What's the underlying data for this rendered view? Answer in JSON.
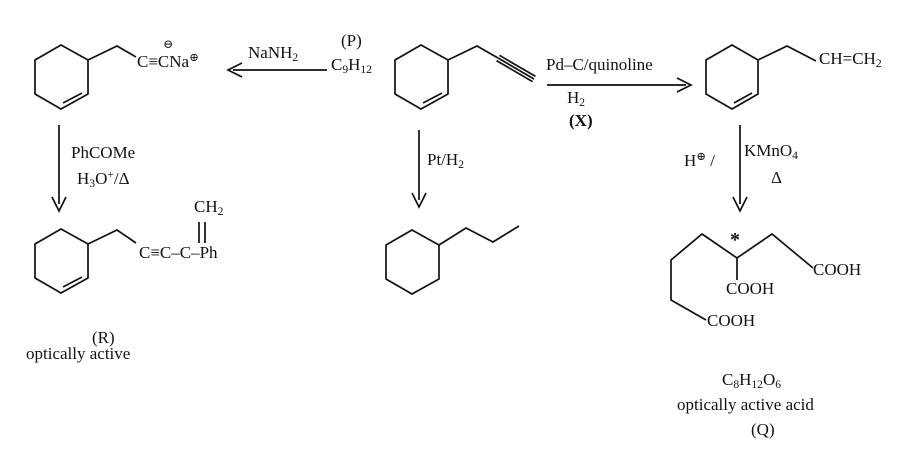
{
  "colors": {
    "ink": "#111111",
    "background": "#ffffff"
  },
  "labels": {
    "nanh2": {
      "parts": [
        {
          "t": "NaNH"
        },
        {
          "t": "2",
          "s": "sub"
        }
      ]
    },
    "p": {
      "parts": [
        {
          "t": "(P)"
        }
      ]
    },
    "c9h12": {
      "parts": [
        {
          "t": "C"
        },
        {
          "t": "9",
          "s": "sub"
        },
        {
          "t": "H"
        },
        {
          "t": "12",
          "s": "sub"
        }
      ]
    },
    "pdc": {
      "parts": [
        {
          "t": "Pd–C/quinoline"
        }
      ]
    },
    "h2": {
      "parts": [
        {
          "t": "H"
        },
        {
          "t": "2",
          "s": "sub"
        }
      ]
    },
    "x": {
      "parts": [
        {
          "t": "(X)"
        }
      ]
    },
    "chch2": {
      "parts": [
        {
          "t": "CH=CH"
        },
        {
          "t": "2",
          "s": "sub"
        }
      ]
    },
    "pth2": {
      "parts": [
        {
          "t": "Pt/H"
        },
        {
          "t": "2",
          "s": "sub"
        }
      ]
    },
    "phcome": {
      "parts": [
        {
          "t": "PhCOMe"
        }
      ]
    },
    "h3o": {
      "parts": [
        {
          "t": "H"
        },
        {
          "t": "3",
          "s": "sub"
        },
        {
          "t": "O"
        },
        {
          "t": "+",
          "s": "sup"
        },
        {
          "t": "/Δ"
        }
      ]
    },
    "minus": {
      "parts": [
        {
          "t": "⊖"
        }
      ]
    },
    "acetylide": {
      "parts": [
        {
          "t": "C≡CNa"
        },
        {
          "t": "⊕",
          "s": "sup"
        }
      ]
    },
    "enyne": {
      "parts": [
        {
          "t": "C≡C–C–Ph"
        }
      ]
    },
    "enyne_ch2": {
      "parts": [
        {
          "t": "CH"
        },
        {
          "t": "2",
          "s": "sub"
        }
      ]
    },
    "r": {
      "parts": [
        {
          "t": "(R)"
        }
      ]
    },
    "opt_active": {
      "parts": [
        {
          "t": "optically active"
        }
      ]
    },
    "hplus": {
      "parts": [
        {
          "t": "H"
        },
        {
          "t": "⊕",
          "s": "sup"
        },
        {
          "t": " /"
        }
      ]
    },
    "kmno4": {
      "parts": [
        {
          "t": "KMnO"
        },
        {
          "t": "4",
          "s": "sub"
        }
      ]
    },
    "delta": {
      "parts": [
        {
          "t": "Δ"
        }
      ]
    },
    "star": {
      "parts": [
        {
          "t": "*"
        }
      ]
    },
    "cooh_mid": {
      "parts": [
        {
          "t": "COOH"
        }
      ]
    },
    "cooh_bottom": {
      "parts": [
        {
          "t": "COOH"
        }
      ]
    },
    "cooh_right": {
      "parts": [
        {
          "t": "COOH"
        }
      ]
    },
    "c8h12o6": {
      "parts": [
        {
          "t": "C"
        },
        {
          "t": "8",
          "s": "sub"
        },
        {
          "t": "H"
        },
        {
          "t": "12",
          "s": "sub"
        },
        {
          "t": "O"
        },
        {
          "t": "6",
          "s": "sub"
        }
      ]
    },
    "opt_acid": {
      "parts": [
        {
          "t": "optically active acid"
        }
      ]
    },
    "q": {
      "parts": [
        {
          "t": "(Q)"
        }
      ]
    }
  }
}
